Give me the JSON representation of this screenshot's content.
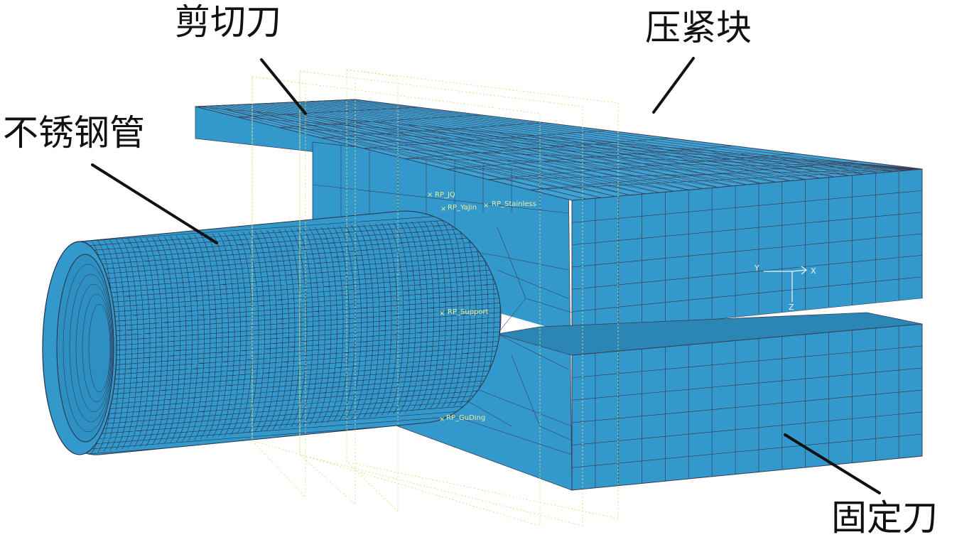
{
  "colors": {
    "mesh_face": "#3399cc",
    "mesh_face_light": "#3da3d6",
    "mesh_face_dark": "#2b86b5",
    "mesh_line": "#3a3f55",
    "pipe_line": "#2a2f45",
    "plane_line": "#e0e08a",
    "rp_text": "#ecec9a",
    "leader_line": "#111111"
  },
  "callouts": {
    "shear_blade": "剪切刀",
    "clamp_block": "压紧块",
    "stainless_tube": "不锈钢管",
    "fixed_blade": "固定刀"
  },
  "reference_points": {
    "rp_jq": "RP_JQ",
    "rp_yajin": "RP_YaJin",
    "rp_stainless": "RP_Stainless",
    "rp_support": "RP_Support",
    "rp_guding": "RP_GuDing"
  },
  "axes": {
    "y": "Y",
    "x": "X",
    "z": "Z"
  }
}
